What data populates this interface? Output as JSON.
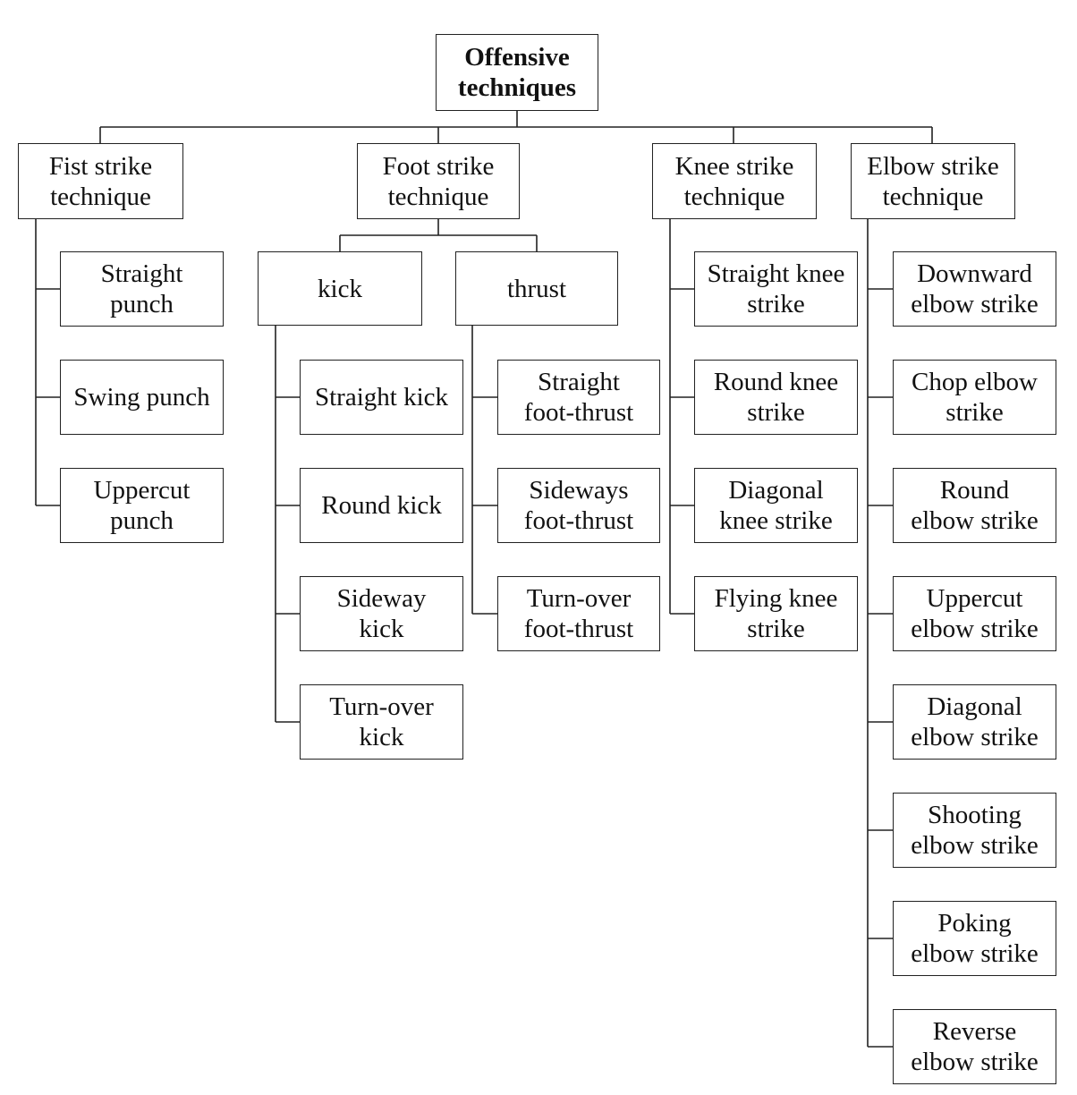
{
  "root": "Offensive\ntechniques",
  "categories": {
    "fist": "Fist strike\ntechnique",
    "foot": "Foot strike\ntechnique",
    "knee": "Knee strike\ntechnique",
    "elbow": "Elbow strike\ntechnique"
  },
  "foot_groups": {
    "kick": "kick",
    "thrust": "thrust"
  },
  "fist_items": [
    "Straight\npunch",
    "Swing punch",
    "Uppercut\npunch"
  ],
  "kick_items": [
    "Straight kick",
    "Round kick",
    "Sideway\nkick",
    "Turn-over\nkick"
  ],
  "thrust_items": [
    "Straight\nfoot-thrust",
    "Sideways\nfoot-thrust",
    "Turn-over\nfoot-thrust"
  ],
  "knee_items": [
    "Straight knee\nstrike",
    "Round knee\nstrike",
    "Diagonal\nknee strike",
    "Flying knee\nstrike"
  ],
  "elbow_items": [
    "Downward\nelbow strike",
    "Chop elbow\nstrike",
    "Round\nelbow strike",
    "Uppercut\nelbow strike",
    "Diagonal\nelbow strike",
    "Shooting\nelbow strike",
    "Poking\nelbow strike",
    "Reverse\nelbow strike"
  ]
}
